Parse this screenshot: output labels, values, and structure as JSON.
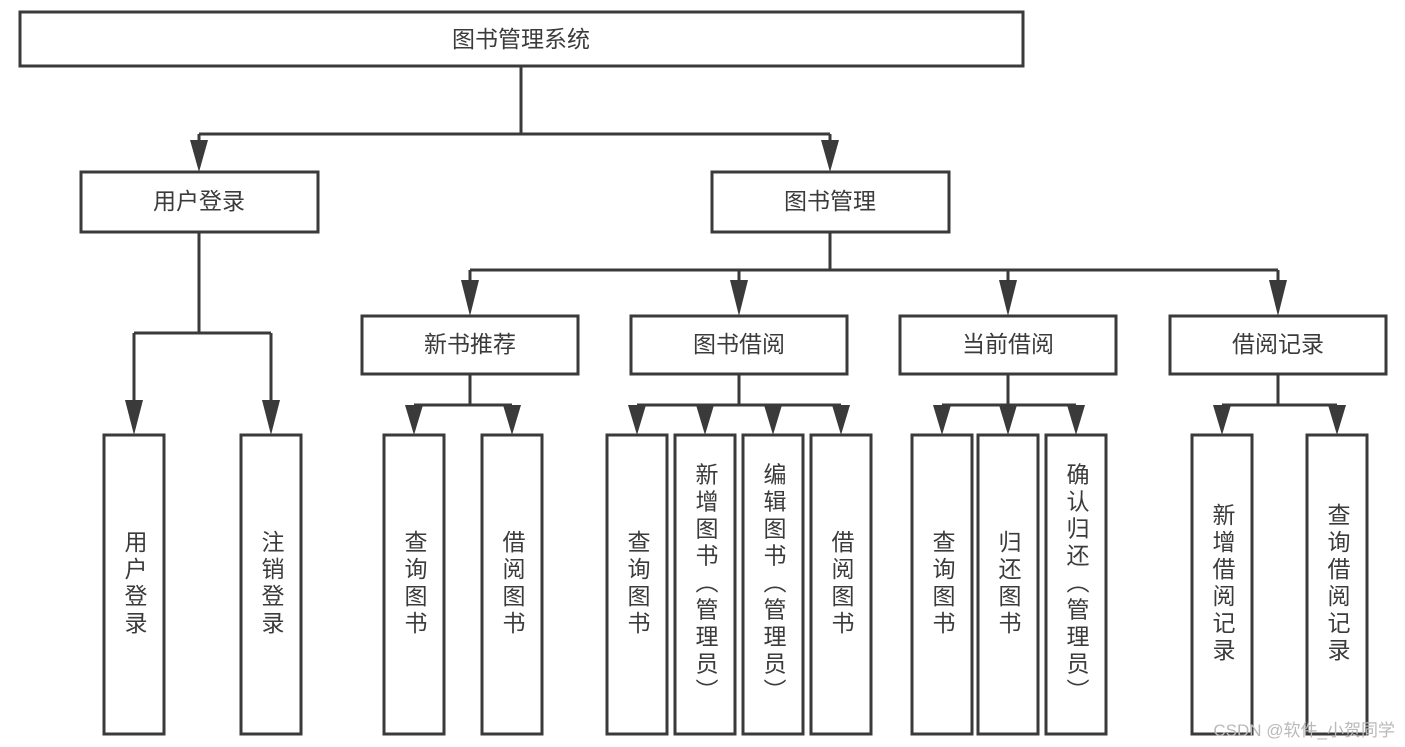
{
  "diagram": {
    "title_node": {
      "label": "图书管理系统"
    },
    "level2": [
      {
        "label": "用户登录"
      },
      {
        "label": "图书管理"
      }
    ],
    "level3": [
      {
        "label": "新书推荐"
      },
      {
        "label": "图书借阅"
      },
      {
        "label": "当前借阅"
      },
      {
        "label": "借阅记录"
      }
    ],
    "leaves": [
      {
        "label": "用户登录"
      },
      {
        "label": "注销登录"
      },
      {
        "label": "查询图书"
      },
      {
        "label": "借阅图书"
      },
      {
        "label": "查询图书"
      },
      {
        "label": "新增图书（管理员）"
      },
      {
        "label": "编辑图书（管理员）"
      },
      {
        "label": "借阅图书"
      },
      {
        "label": "查询图书"
      },
      {
        "label": "归还图书"
      },
      {
        "label": "确认归还（管理员）"
      },
      {
        "label": "新增借阅记录"
      },
      {
        "label": "查询借阅记录"
      }
    ],
    "watermark": "CSDN @软件_小贺同学",
    "colors": {
      "stroke": "#3a3a3a",
      "text": "#3b3b3b",
      "background": "#ffffff",
      "watermark": "#b9b9b9"
    }
  }
}
